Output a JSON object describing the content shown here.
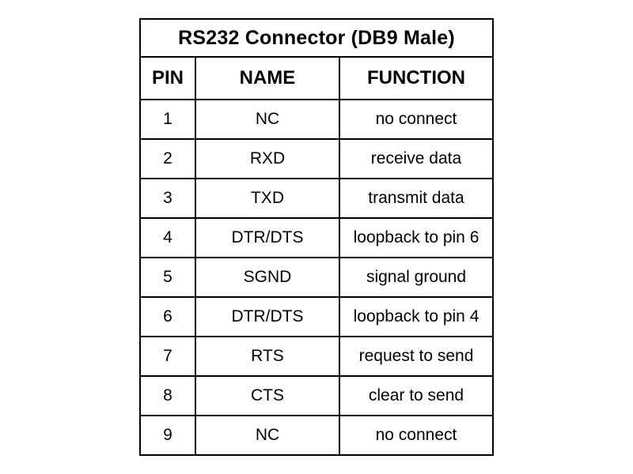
{
  "table": {
    "title": "RS232 Connector (DB9 Male)",
    "headers": {
      "pin": "PIN",
      "name": "NAME",
      "function": "FUNCTION"
    },
    "rows": [
      {
        "pin": "1",
        "name": "NC",
        "function": "no connect"
      },
      {
        "pin": "2",
        "name": "RXD",
        "function": "receive data"
      },
      {
        "pin": "3",
        "name": "TXD",
        "function": "transmit data"
      },
      {
        "pin": "4",
        "name": "DTR/DTS",
        "function": "loopback to pin 6"
      },
      {
        "pin": "5",
        "name": "SGND",
        "function": "signal ground"
      },
      {
        "pin": "6",
        "name": "DTR/DTS",
        "function": "loopback to pin 4"
      },
      {
        "pin": "7",
        "name": "RTS",
        "function": "request to send"
      },
      {
        "pin": "8",
        "name": "CTS",
        "function": "clear to send"
      },
      {
        "pin": "9",
        "name": "NC",
        "function": "no connect"
      }
    ],
    "colors": {
      "border": "#000000",
      "background": "#ffffff",
      "text": "#000000"
    }
  }
}
